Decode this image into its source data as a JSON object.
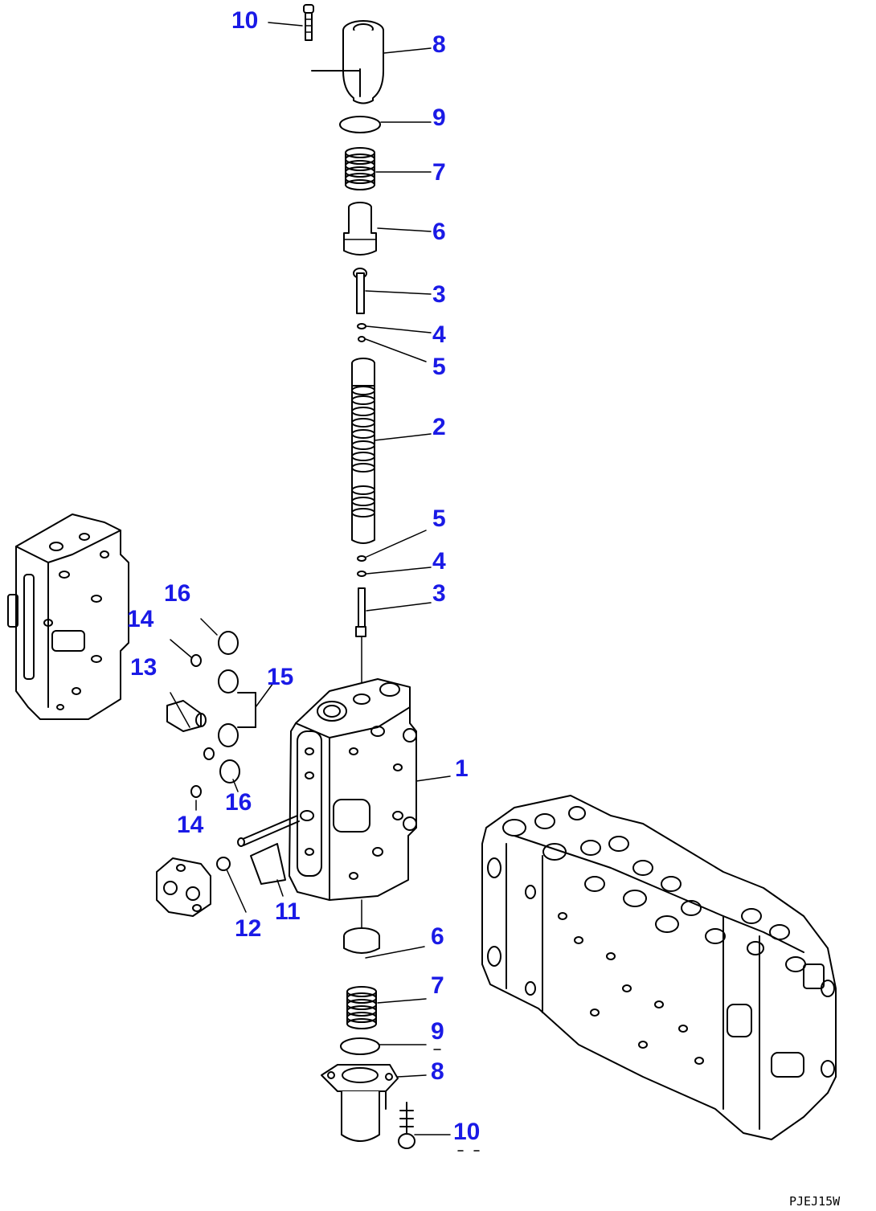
{
  "callouts": [
    {
      "id": "c10-top",
      "label": "10"
    },
    {
      "id": "c8-top",
      "label": "8"
    },
    {
      "id": "c9-top",
      "label": "9"
    },
    {
      "id": "c7-top",
      "label": "7"
    },
    {
      "id": "c6-top",
      "label": "6"
    },
    {
      "id": "c3-top",
      "label": "3"
    },
    {
      "id": "c4-top",
      "label": "4"
    },
    {
      "id": "c5-top",
      "label": "5"
    },
    {
      "id": "c2",
      "label": "2"
    },
    {
      "id": "c5-mid",
      "label": "5"
    },
    {
      "id": "c4-mid",
      "label": "4"
    },
    {
      "id": "c3-mid",
      "label": "3"
    },
    {
      "id": "c16-a",
      "label": "16"
    },
    {
      "id": "c14-a",
      "label": "14"
    },
    {
      "id": "c13",
      "label": "13"
    },
    {
      "id": "c15",
      "label": "15"
    },
    {
      "id": "c1",
      "label": "1"
    },
    {
      "id": "c16-b",
      "label": "16"
    },
    {
      "id": "c14-b",
      "label": "14"
    },
    {
      "id": "c11",
      "label": "11"
    },
    {
      "id": "c12",
      "label": "12"
    },
    {
      "id": "c6-bot",
      "label": "6"
    },
    {
      "id": "c7-bot",
      "label": "7"
    },
    {
      "id": "c9-bot",
      "label": "9"
    },
    {
      "id": "c8-bot",
      "label": "8"
    },
    {
      "id": "c10-bot",
      "label": "10"
    }
  ],
  "diagram_code": "PJEJ15W",
  "colors": {
    "callout": "#1a1ae6",
    "line": "#000000",
    "background": "#ffffff"
  }
}
